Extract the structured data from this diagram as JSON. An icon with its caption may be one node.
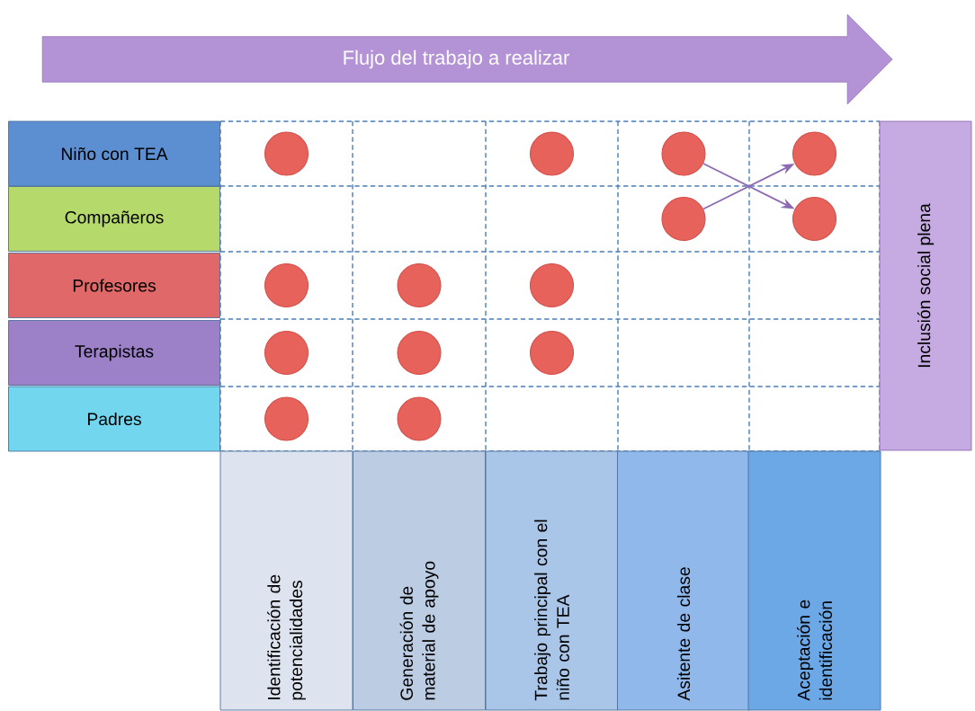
{
  "diagram": {
    "nodes": [
      {
        "text": [
          "Flujo del trabajo a realizar"
        ]
      },
      {
        "text": [
          "Niño con TEA"
        ]
      },
      {
        "text": [
          "Compañeros"
        ]
      },
      {
        "text": [
          "Profesores"
        ]
      },
      {
        "text": [
          "Terapistas"
        ]
      },
      {
        "text": [
          "Padres"
        ]
      },
      {
        "text": [
          "Inclusión social plena"
        ]
      },
      {
        "text": [
          "Identificación de potencialidades"
        ]
      },
      {
        "text": [
          "Generación de material de apoyo"
        ]
      },
      {
        "text": [
          "Trabajo principal con el niño con TEA"
        ]
      },
      {
        "text": [
          "Asitente de clase"
        ]
      },
      {
        "text": [
          "Aceptación e identificación"
        ]
      },
      {
        "text": [],
        "shape": "circle"
      },
      {
        "text": [],
        "shape": "circle"
      },
      {
        "text": [],
        "shape": "circle"
      },
      {
        "text": [],
        "shape": "circle"
      },
      {
        "text": [],
        "shape": "circle"
      },
      {
        "text": [],
        "shape": "circle"
      },
      {
        "text": [],
        "shape": "circle"
      },
      {
        "text": [],
        "shape": "circle"
      },
      {
        "text": [],
        "shape": "circle"
      },
      {
        "text": [],
        "shape": "circle"
      },
      {
        "text": [],
        "shape": "circle"
      },
      {
        "text": [],
        "shape": "circle"
      },
      {
        "text": [],
        "shape": "circle"
      },
      {
        "text": [],
        "shape": "circle"
      }
    ],
    "edges": [
      {
        "from": 14,
        "to": 17,
        "arrow": "to"
      },
      {
        "from": 16,
        "to": 15,
        "arrow": "to"
      }
    ]
  }
}
